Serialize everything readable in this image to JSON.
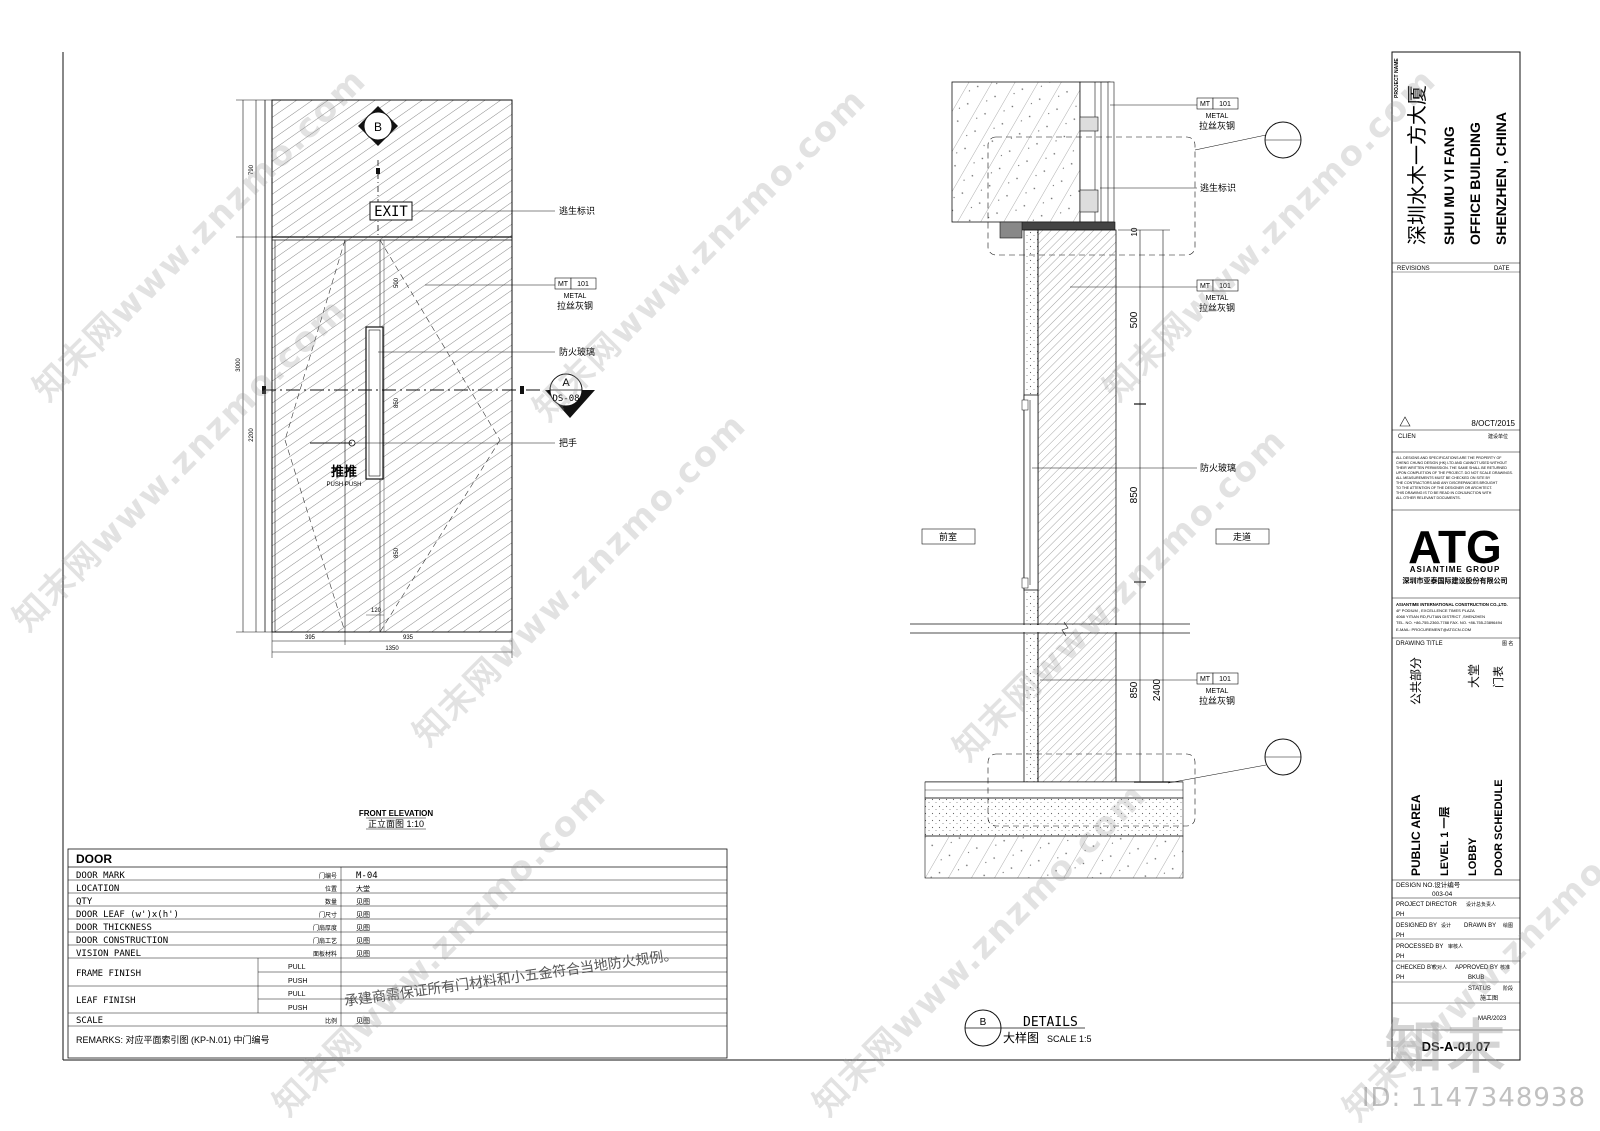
{
  "colors": {
    "line": "#111111",
    "hatch": "#555555",
    "watermark": "#9a9a9a"
  },
  "front_elevation": {
    "callout_b": "B",
    "exit_sign": "EXIT",
    "labels": {
      "escape_sign": "逃生标识",
      "fire_glass": "防火玻璃",
      "handle": "把手"
    },
    "mt_tag": {
      "code": "MT",
      "num": "101",
      "metal": "METAL",
      "material": "拉丝灰钢"
    },
    "section_callout": {
      "letter": "A",
      "sheet": "DS-08"
    },
    "push_cn": "推推",
    "push_en": "PUSH PUSH",
    "dims_vertical": [
      "790",
      "3000",
      "2200",
      "500",
      "850",
      "850"
    ],
    "dims_horizontal": [
      "395",
      "935",
      "1350",
      "120"
    ],
    "title_en": "FRONT ELEVATION",
    "title_cn": "正立面图 1:10"
  },
  "door_schedule": {
    "heading": "DOOR",
    "rows": [
      {
        "label": "DOOR MARK",
        "cn": "门编号",
        "value": "M-04"
      },
      {
        "label": "LOCATION",
        "cn": "位置",
        "value": "大堂"
      },
      {
        "label": "QTY",
        "cn": "数量",
        "value": "见图"
      },
      {
        "label": "DOOR LEAF (w')x(h')",
        "cn": "门尺寸",
        "value": "见图"
      },
      {
        "label": "DOOR THICKNESS",
        "cn": "门扇厚度",
        "value": "见图"
      },
      {
        "label": "DOOR CONSTRUCTION",
        "cn": "门扇工艺",
        "value": "见图"
      },
      {
        "label": "VISION PANEL",
        "cn": "面板材料",
        "value": "见图"
      }
    ],
    "frame_finish": "FRAME FINISH",
    "leaf_finish": "LEAF FINISH",
    "pull": "PULL",
    "push": "PUSH",
    "scale_label": "SCALE",
    "scale_cn": "比例",
    "scale_value": "见图",
    "note": "承建商需保证所有门材料和小五金符合当地防火规例。",
    "remarks": "REMARKS:  对应平面索引图 (KP-N.01) 中门编号"
  },
  "details": {
    "rooms": {
      "left": "前室",
      "right": "走道"
    },
    "labels": {
      "escape_sign": "逃生标识",
      "fire_glass": "防火玻璃"
    },
    "mt_tag": {
      "code": "MT",
      "num": "101",
      "metal": "METAL",
      "material": "拉丝灰钢"
    },
    "dims": [
      "10",
      "500",
      "850",
      "850",
      "2400"
    ],
    "callout_letter": "B",
    "title_en": "DETAILS",
    "title_cn": "大样图",
    "scale": "SCALE  1:5"
  },
  "title_block": {
    "project_name_label": "PROJECT NAME",
    "project_cn": "深圳水木一方大厦",
    "project_en_1": "SHUI MU YI FANG",
    "project_en_2": "OFFICE BUILDING",
    "project_en_3": "SHENZHEN , CHINA",
    "revisions": "REVISIONS",
    "date": "DATE",
    "rev_date": "8/OCT/2015",
    "client": "CLIEN",
    "client_cn": "建设单位",
    "disclaimer": [
      "ALL DESIGNS AND SPECIFICATIONS ARE THE PROPERTY OF",
      "CHENG CHUNG DESIGN (HK) LTD   AND CANNOT USED WITHOUT",
      "THEIR WRITTEN PERMISSION. THE SAME SHALL BE RETURNED",
      "UPON COMPLETION OF THE PROJECT. DO NOT SCALE DRAWINGS.",
      "ALL MEASUREMENTS MUST BE CHECKED ON SITE BY",
      "THE CONTRACTORS AND ANY DISCREPANCIES BROUGHT",
      "TO THE ATTENTION OF THE DESIGNER OR ARCHITECT.",
      "THIS DRAWING IS TO BE READ IN CONJUNCTION WITH",
      "ALL OTHER RELEVANT DOCUMENTS."
    ],
    "logo": "ATG",
    "logo_sub": "ASIANTIME GROUP",
    "logo_cn": "深圳市亚泰国际建设股份有限公司",
    "company_lines": [
      "ASIANTIME INTERNATIONAL CONSTRUCTION CO.,LTD.",
      "4F PODIUM , EXCELLENCE TIMES PLAZA",
      "4068 YITIAN RD,FUTIAN DISTRICT ,SHENZHEN",
      "TEL. NO. +86-755-2360-7788  FAX. NO. +86-755-23896494",
      "E-MAIL: PROCUREMENT@ATGCN.COM"
    ],
    "drawing_title": "DRAWING TITLE",
    "drawing_title_cn": "图 名",
    "title_cn_1": "公共部分",
    "title_cn_2": "大堂",
    "title_cn_3": "门表",
    "title_en_1": "PUBLIC AREA",
    "title_en_2": "LEVEL 1 一层",
    "title_en_3": "LOBBY",
    "title_en_4": "DOOR SCHEDULE",
    "design_no": "DESIGN NO.设计编号",
    "design_no_value": "003-04",
    "project_director": "PROJECT DIRECTOR",
    "project_director_cn": "设计总负责人",
    "designed_by": "DESIGNED BY",
    "designed_by_cn": "设计",
    "drawn_by": "DRAWN BY",
    "drawn_by_cn": "绘图",
    "processed_by": "PROCESSED BY",
    "processed_by_cn": "审核人",
    "checked_by": "CHECKED BY",
    "checked_by_cn": "校对人",
    "approved_by": "APPROVED BY",
    "approved_by_cn": "核准",
    "ph": "PH",
    "bkub": "BKUB",
    "status": "STATUS",
    "status_cn": "阶段",
    "status_value": "施工图",
    "date_value": "MAR/2023",
    "sheet_no": "DS-A-01.07"
  },
  "watermark": {
    "site": "知末网www.znzmo.com",
    "brand": "知末",
    "id": "ID: 1147348938"
  }
}
